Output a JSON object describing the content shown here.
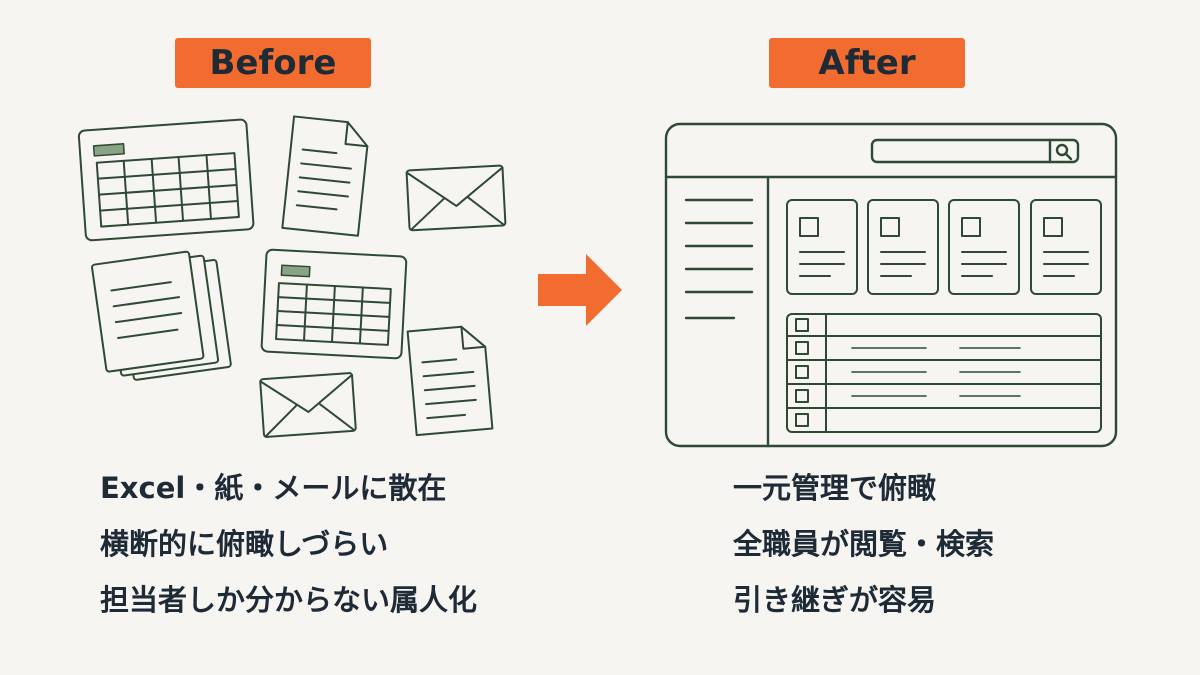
{
  "before": {
    "badge": "Before",
    "points": [
      "Excel・紙・メールに散在",
      "横断的に俯瞰しづらい",
      "担当者しか分からない属人化"
    ]
  },
  "after": {
    "badge": "After",
    "points": [
      "一元管理で俯瞰",
      "全職員が閲覧・検索",
      "引き継ぎが容易"
    ]
  },
  "colors": {
    "accent": "#f26b2f",
    "ink": "#2f4a34",
    "text": "#1f2a37",
    "background": "#f6f5f1"
  },
  "icons": [
    "spreadsheet-icon",
    "document-icon",
    "envelope-icon",
    "arrow-right-icon",
    "search-icon",
    "checkbox-icon"
  ]
}
